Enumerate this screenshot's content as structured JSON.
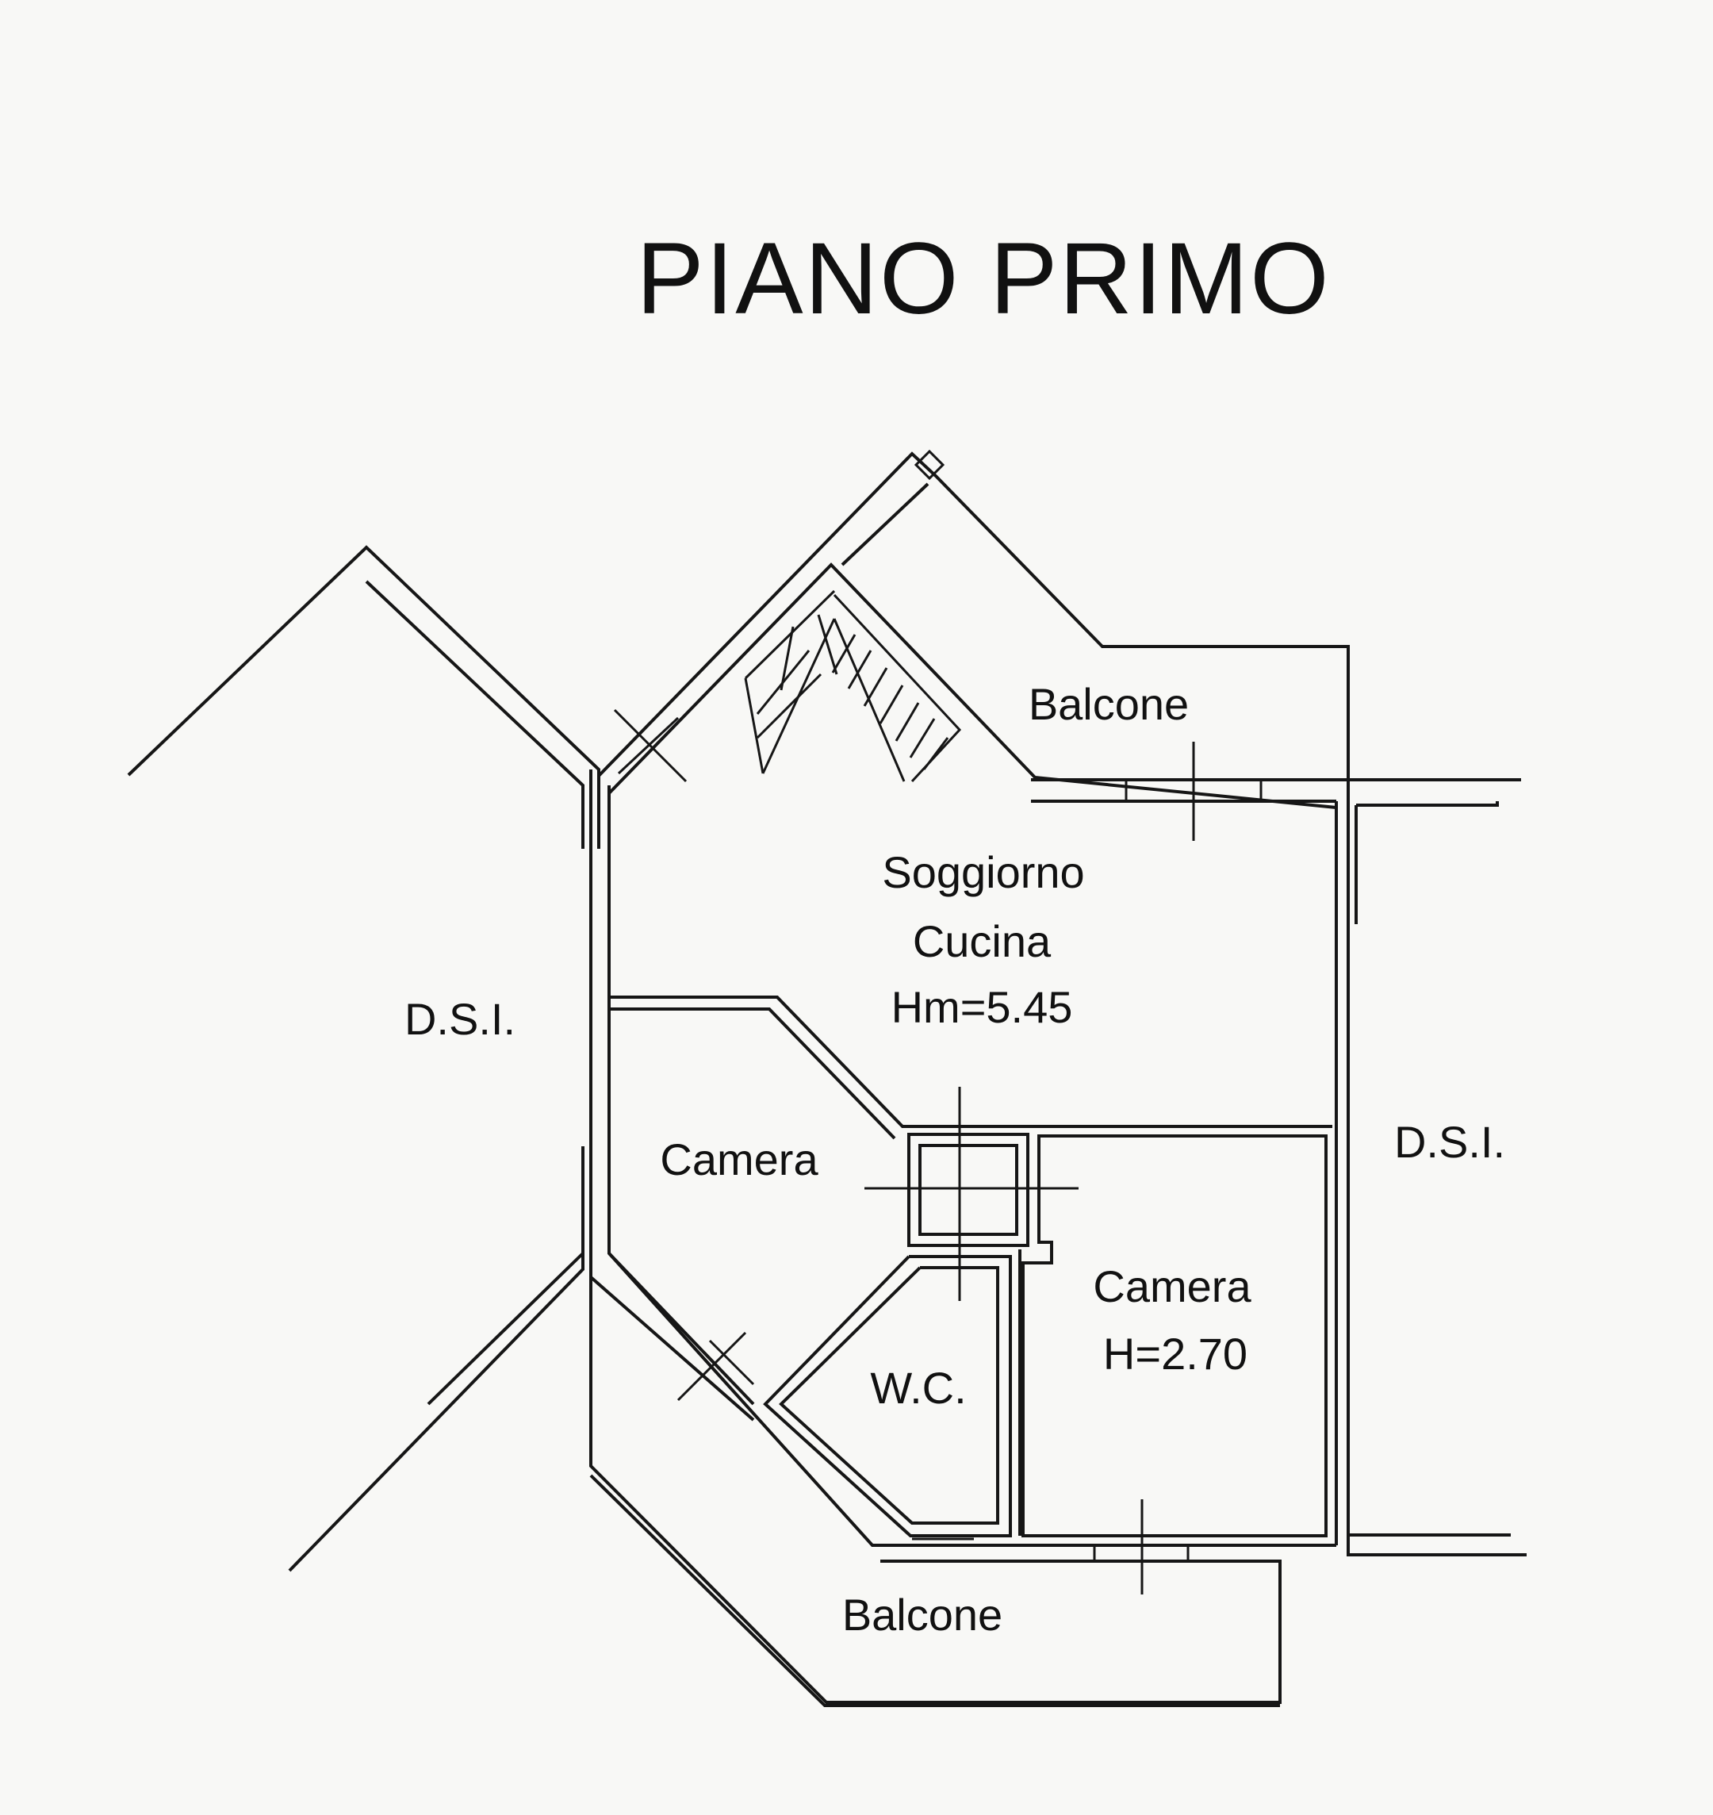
{
  "title": "PIANO PRIMO",
  "rooms": {
    "balcone_top": "Balcone",
    "soggiorno_line1": "Soggiorno",
    "soggiorno_line2": "Cucina",
    "soggiorno_height": "Hm=5.45",
    "camera_left": "Camera",
    "camera_right_name": "Camera",
    "camera_right_height": "H=2.70",
    "wc": "W.C.",
    "balcone_bottom": "Balcone"
  },
  "neighbors": {
    "left": "D.S.I.",
    "right": "D.S.I."
  },
  "colors": {
    "background": "#f8f8f6",
    "ink": "#161616"
  }
}
